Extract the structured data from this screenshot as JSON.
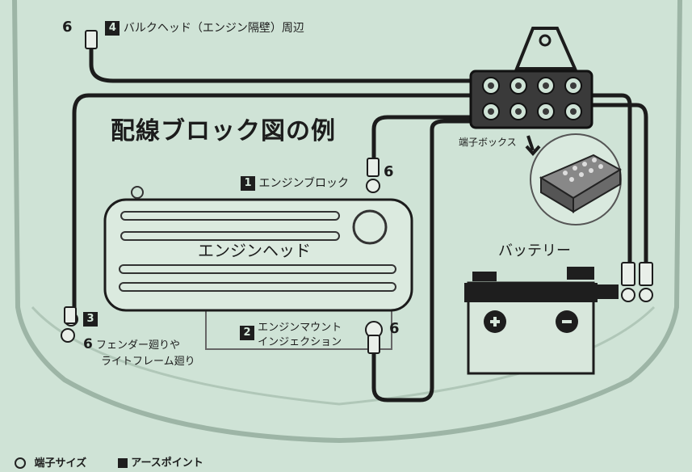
{
  "title": "配線ブロック図の例",
  "labels": {
    "engine_head": "エンジンヘッド",
    "battery": "バッテリー",
    "terminal_box": "端子ボックス",
    "plus": "+",
    "minus": "−"
  },
  "points": [
    {
      "num": "4",
      "text": "バルクヘッド（エンジン隔壁）周辺",
      "size": "6"
    },
    {
      "num": "1",
      "text": "エンジンブロック",
      "size": "6"
    },
    {
      "num": "2",
      "text": "エンジンマウント",
      "text2": "インジェクション",
      "size": "6"
    },
    {
      "num": "3",
      "text": "フェンダー廻りや",
      "text2": "ライトフレーム廻り",
      "size": "6"
    }
  ],
  "legend": {
    "terminal_size": "端子サイズ",
    "earth_point": "アースポイント"
  },
  "colors": {
    "background": "#cfe3d6",
    "wire": "#1c1c1c",
    "battery_top": "#1e1e1e"
  }
}
